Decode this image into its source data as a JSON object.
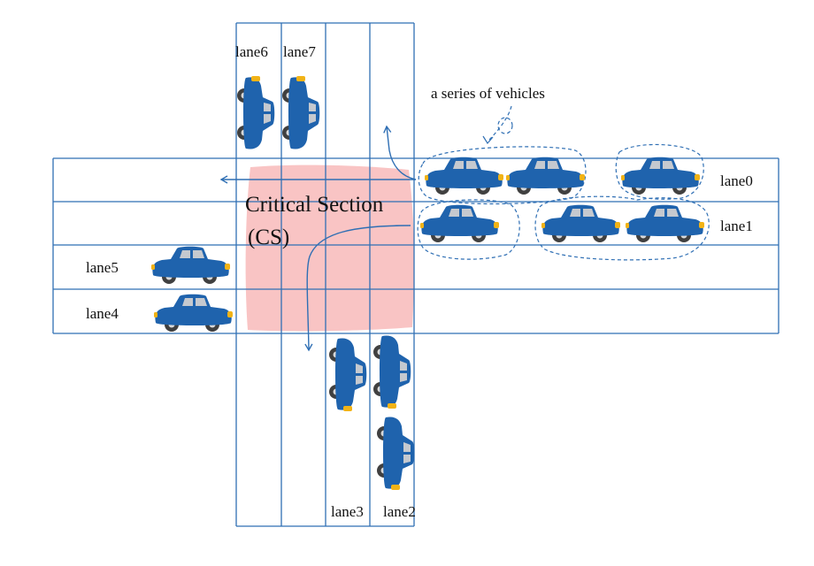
{
  "colors": {
    "road_line": "#2f6fb4",
    "critical_section_fill": "#f9c4c4",
    "car_body": "#1f63ad",
    "car_window": "#c5c9cf",
    "car_headlight": "#f2b316",
    "car_wheel": "#404040",
    "car_hub": "#d9d9d9"
  },
  "icons": {
    "car": "car-icon",
    "route": "arrow-icon",
    "group": "dashed-group-outline"
  },
  "labels": {
    "critical_section_line1": "Critical Section",
    "critical_section_line2": "(CS)",
    "series_caption": "a series of vehicles",
    "lanes": {
      "lane0": "lane0",
      "lane1": "lane1",
      "lane2": "lane2",
      "lane3": "lane3",
      "lane4": "lane4",
      "lane5": "lane5",
      "lane6": "lane6",
      "lane7": "lane7"
    }
  }
}
